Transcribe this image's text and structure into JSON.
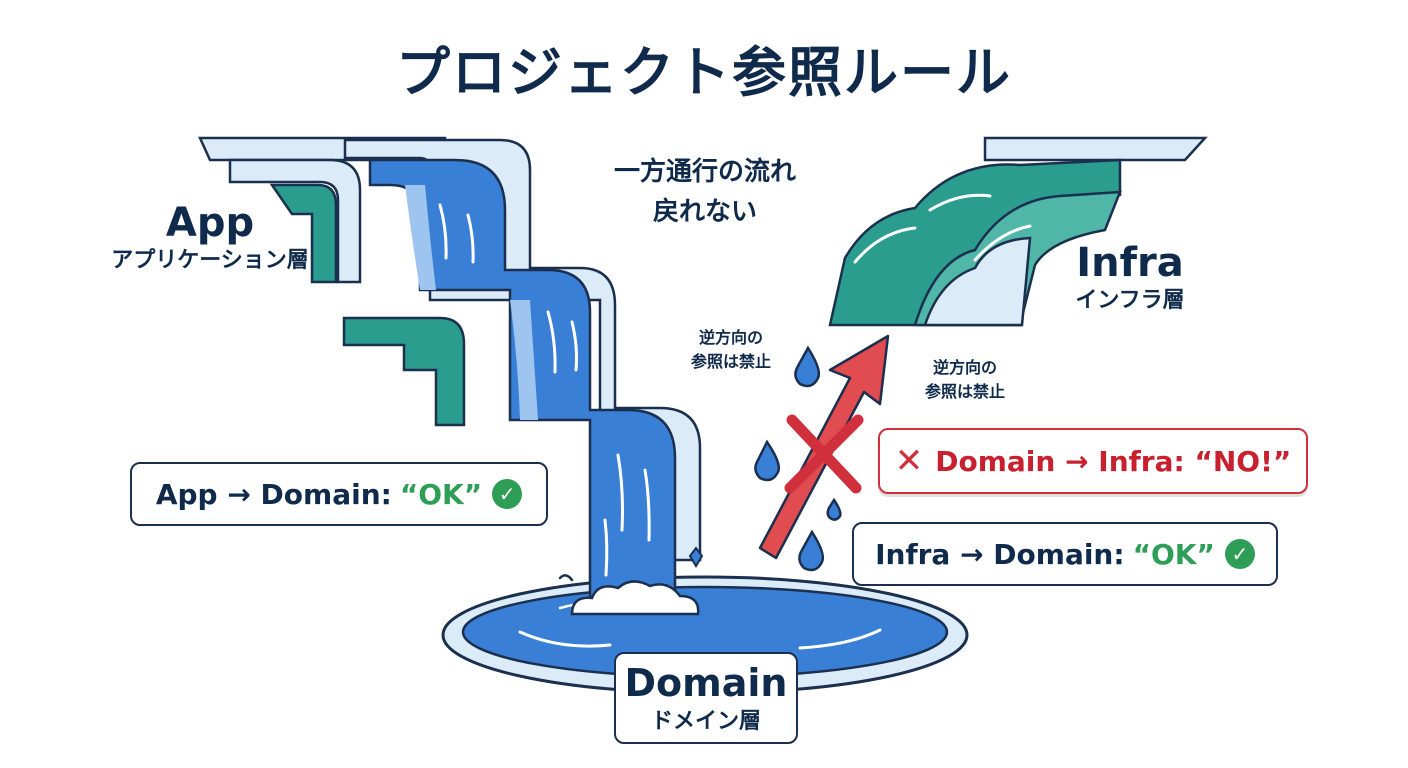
{
  "title": "プロジェクト参照ルール",
  "flow_note": {
    "line1": "一方通行の流れ",
    "line2": "戻れない"
  },
  "layers": {
    "app": {
      "name": "App",
      "subtitle": "アプリケーション層"
    },
    "infra": {
      "name": "Infra",
      "subtitle": "インフラ層"
    },
    "domain": {
      "name": "Domain",
      "subtitle": "ドメイン層"
    }
  },
  "notes": {
    "left": {
      "line1": "逆方向の",
      "line2": "参照は禁止"
    },
    "right": {
      "line1": "逆方向の",
      "line2": "参照は禁止"
    }
  },
  "callouts": {
    "app_to_domain": {
      "text": "App → Domain: ",
      "verdict": "“OK”"
    },
    "domain_to_infra": {
      "text": "Domain → Infra: “NO!”"
    },
    "infra_to_domain": {
      "text": "Infra → Domain: ",
      "verdict": "“OK”"
    }
  },
  "icons": {
    "check": "check-circle-icon",
    "cross": "cross-icon",
    "arrow": "up-right-arrow-icon",
    "waterfall": "waterfall-illustration",
    "droplet": "droplet-icon"
  },
  "colors": {
    "navy": "#0f2a4a",
    "water_blue": "#3a7fd6",
    "pale_blue": "#dcebf8",
    "teal": "#2a9d8f",
    "ok_green": "#2e9e57",
    "forbidden_red": "#d0303b"
  }
}
